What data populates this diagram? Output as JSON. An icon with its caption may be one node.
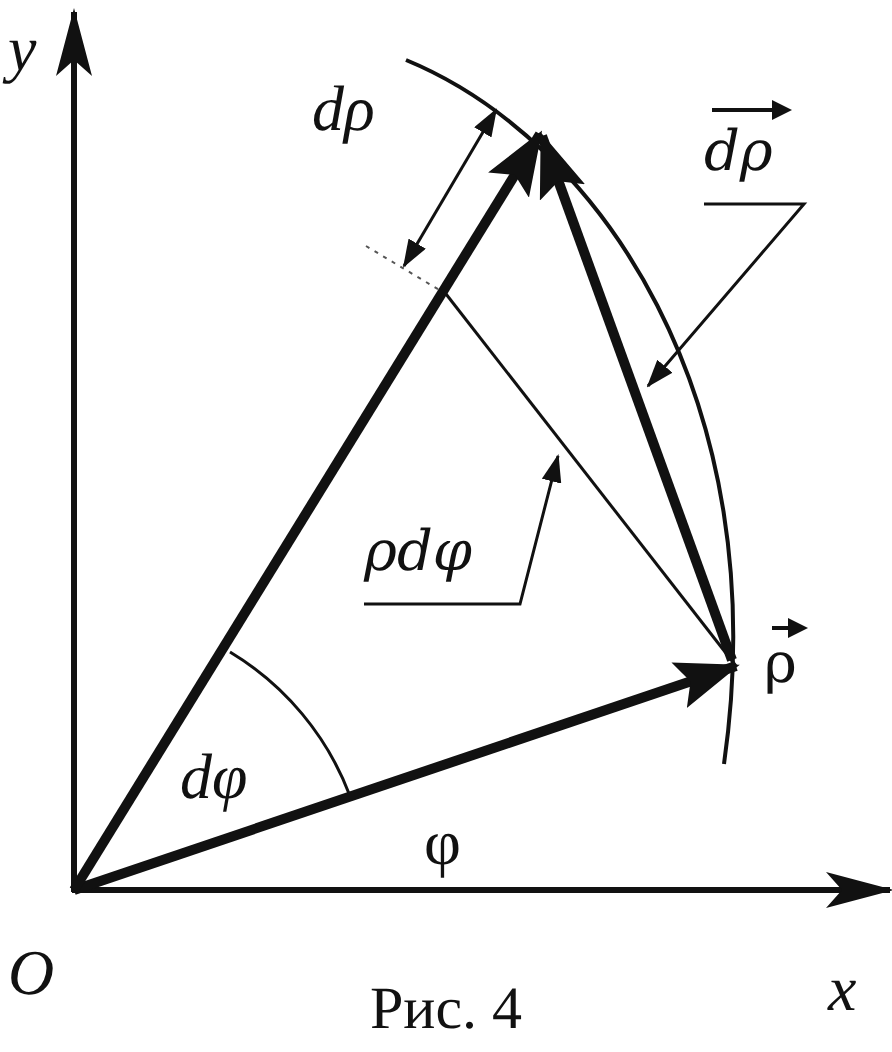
{
  "diagram": {
    "caption": "Рис. 4",
    "nodes": [
      {
        "text": [
          "dρ"
        ]
      },
      {
        "text": [
          "ρdφ"
        ]
      }
    ],
    "edges": [
      {
        "from": 0,
        "to": null,
        "arrow": "to"
      },
      {
        "from": 1,
        "to": null,
        "arrow": "to"
      }
    ],
    "labels": [
      "y",
      "dρ",
      "ρ",
      "dφ",
      "φ",
      "O",
      "x"
    ]
  }
}
